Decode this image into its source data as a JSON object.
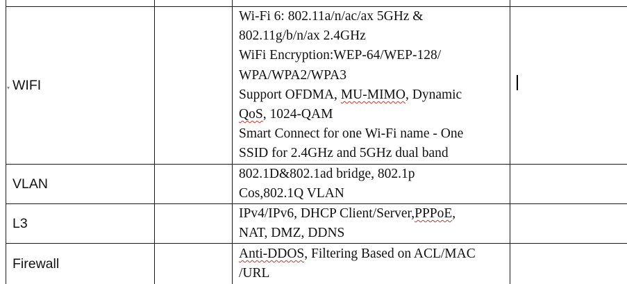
{
  "table": {
    "rows": [
      {
        "label": "WIFI",
        "lines": [
          [
            {
              "t": "Wi-Fi 6: 802.11a/n/ac/ax 5GHz &"
            }
          ],
          [
            {
              "t": "802.11g/b/n/ax 2.4GHz"
            }
          ],
          [
            {
              "t": "WiFi Encryption:WEP-64/WEP-128/"
            }
          ],
          [
            {
              "t": "WPA/WPA2/WPA3"
            }
          ],
          [
            {
              "t": "Support OFDMA, "
            },
            {
              "t": "MU-MIMO",
              "sq": true
            },
            {
              "t": ", Dynamic"
            }
          ],
          [
            {
              "t": "QoS",
              "sq": true
            },
            {
              "t": ", 1024-QAM"
            }
          ],
          [
            {
              "t": "Smart Connect for one Wi-Fi name - One"
            }
          ],
          [
            {
              "t": "SSID for 2.4GHz and 5GHz dual band"
            }
          ]
        ]
      },
      {
        "label": "VLAN",
        "lines": [
          [
            {
              "t": "802.1D&802.1ad bridge, 802.1p"
            }
          ],
          [
            {
              "t": "Cos,802.1Q    VLAN"
            }
          ]
        ]
      },
      {
        "label": "L3",
        "lines": [
          [
            {
              "t": "IPv4/IPv6, DHCP Client/Server,"
            },
            {
              "t": "PPPoE",
              "sq": true
            },
            {
              "t": ","
            }
          ],
          [
            {
              "t": "NAT, DMZ, DDNS"
            }
          ]
        ]
      },
      {
        "label": "Firewall",
        "lines": [
          [
            {
              "t": "Anti-DDOS",
              "sq": true
            },
            {
              "t": ", Filtering Based on ACL/MAC"
            }
          ],
          [
            {
              "t": "/URL"
            }
          ]
        ]
      }
    ]
  }
}
